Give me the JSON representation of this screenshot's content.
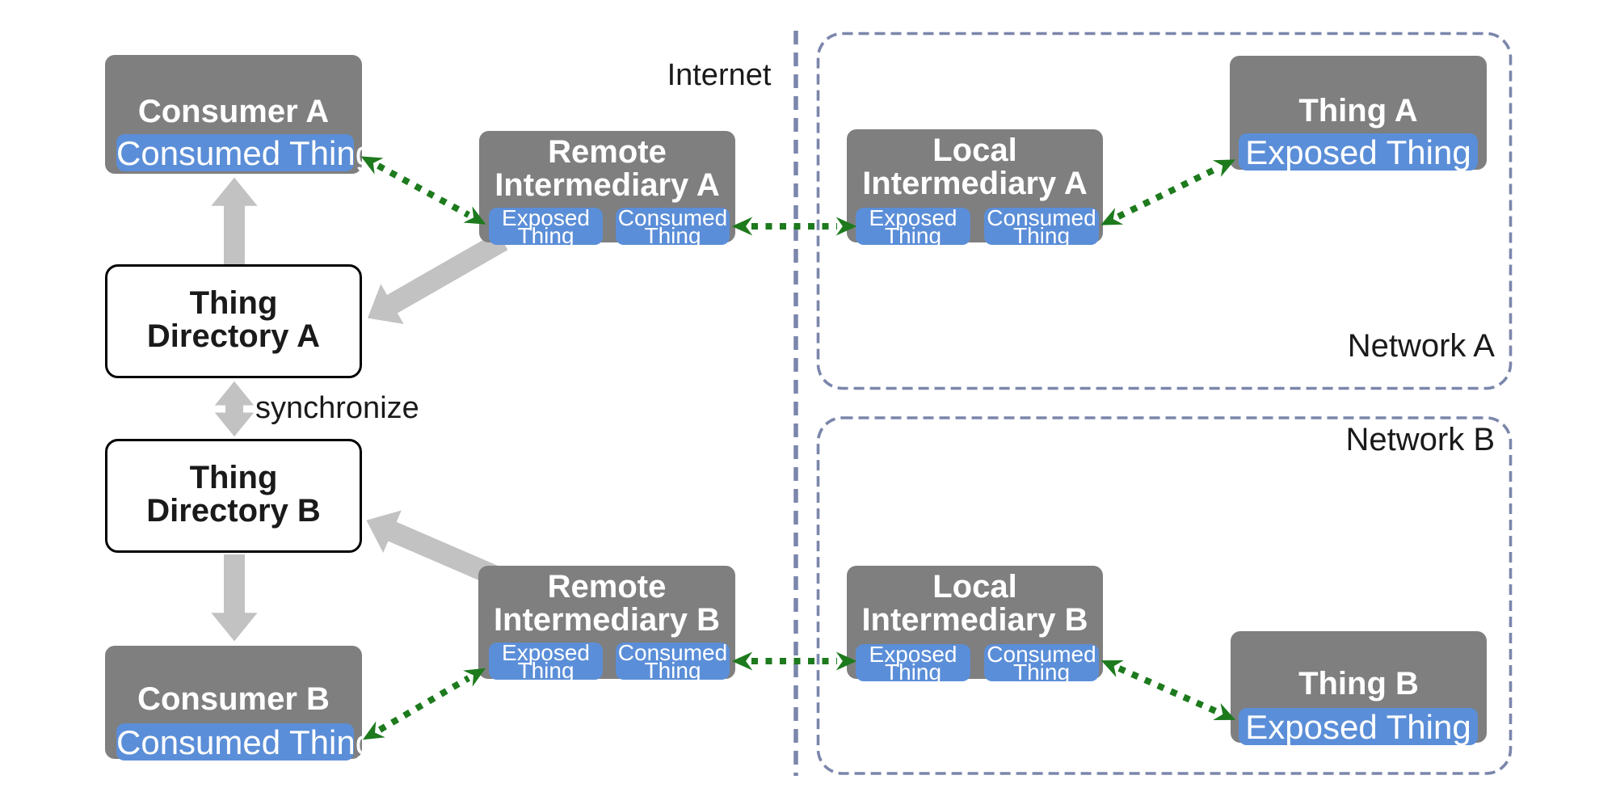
{
  "labels": {
    "internet": "Internet",
    "synchronize": "synchronize",
    "network_a": "Network A",
    "network_b": "Network B"
  },
  "nodes": {
    "consumer_a": {
      "title": "Consumer A",
      "thing": "Consumed Thing"
    },
    "remote_intermediary_a": {
      "line1": "Remote",
      "line2": "Intermediary A",
      "exposed": "Exposed Thing",
      "consumed": "Consumed Thing"
    },
    "local_intermediary_a": {
      "line1": "Local",
      "line2": "Intermediary A",
      "exposed": "Exposed Thing",
      "consumed": "Consumed Thing"
    },
    "thing_a": {
      "title": "Thing A",
      "thing": "Exposed Thing"
    },
    "thing_directory_a": {
      "line1": "Thing",
      "line2": "Directory A"
    },
    "thing_directory_b": {
      "line1": "Thing",
      "line2": "Directory B"
    },
    "consumer_b": {
      "title": "Consumer B",
      "thing": "Consumed Thing"
    },
    "remote_intermediary_b": {
      "line1": "Remote",
      "line2": "Intermediary B",
      "exposed": "Exposed Thing",
      "consumed": "Consumed Thing"
    },
    "local_intermediary_b": {
      "line1": "Local",
      "line2": "Intermediary B",
      "exposed": "Exposed Thing",
      "consumed": "Consumed Thing"
    },
    "thing_b": {
      "title": "Thing B",
      "thing": "Exposed Thing"
    }
  },
  "colors": {
    "node_gray": "#7f7f7f",
    "thing_blue": "#5b8ed8",
    "arrow_gray": "#c2c2c2",
    "arrow_green": "#1d7a1d",
    "boundary_blue": "#7b86ab",
    "text_dark": "#1a1a1a"
  }
}
